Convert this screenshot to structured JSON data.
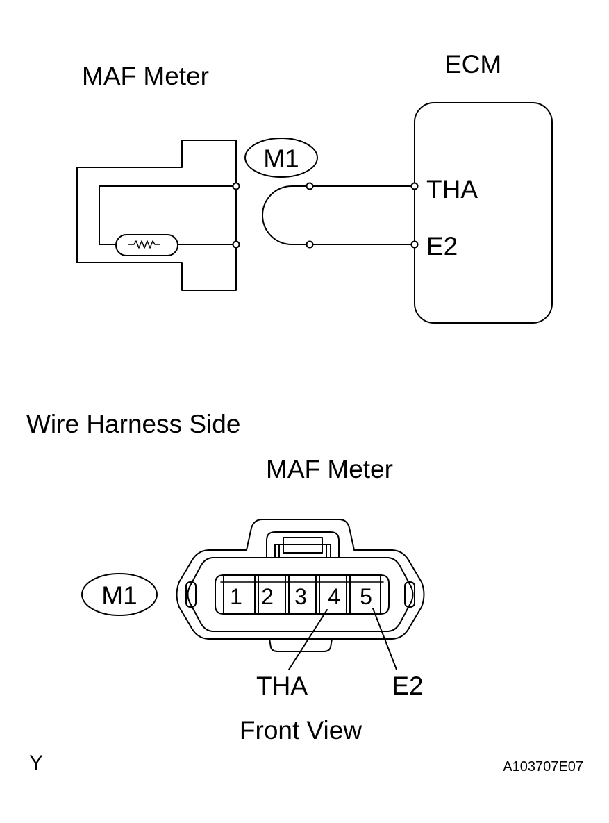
{
  "schematic": {
    "maf_title": "MAF Meter",
    "ecm_title": "ECM",
    "connector_id": "M1",
    "pin_tha": "THA",
    "pin_e2": "E2"
  },
  "harness": {
    "side_label": "Wire Harness Side",
    "maf_title": "MAF Meter",
    "connector_id": "M1",
    "pins": [
      "1",
      "2",
      "3",
      "4",
      "5"
    ],
    "callout_tha": "THA",
    "callout_e2": "E2",
    "view_label": "Front View"
  },
  "footer": {
    "corner_mark": "Y",
    "figure_code": "A103707E07"
  },
  "colors": {
    "line": "#000000",
    "background": "#ffffff"
  }
}
